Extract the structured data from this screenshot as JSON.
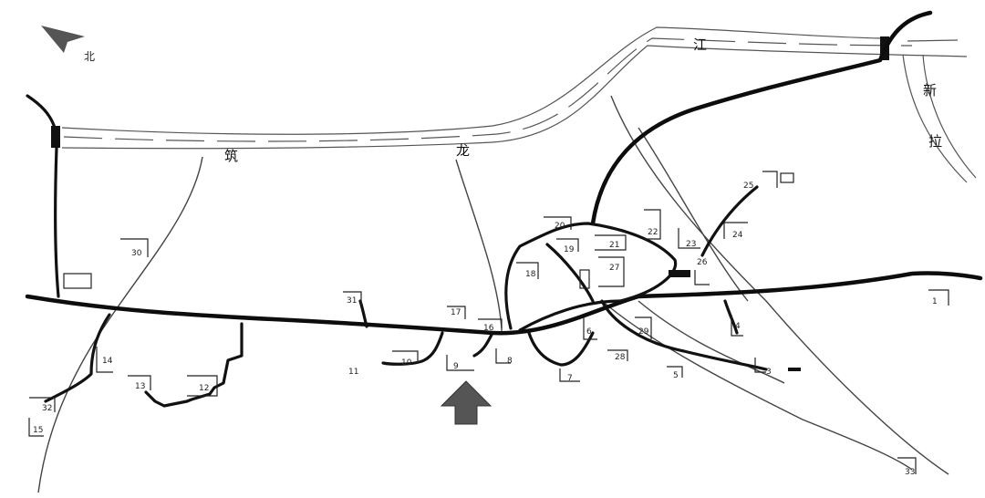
{
  "compass": {
    "label": "北"
  },
  "river": {
    "chars": [
      "江",
      "龙",
      "筑",
      "新",
      "拉"
    ]
  },
  "sites": [
    {
      "label": "1"
    },
    {
      "label": "3"
    },
    {
      "label": "4"
    },
    {
      "label": "5"
    },
    {
      "label": "6"
    },
    {
      "label": "7"
    },
    {
      "label": "8"
    },
    {
      "label": "9"
    },
    {
      "label": "10"
    },
    {
      "label": "11"
    },
    {
      "label": "12"
    },
    {
      "label": "13"
    },
    {
      "label": "14"
    },
    {
      "label": "15"
    },
    {
      "label": "16"
    },
    {
      "label": "17"
    },
    {
      "label": "18"
    },
    {
      "label": "19"
    },
    {
      "label": "20"
    },
    {
      "label": "21"
    },
    {
      "label": "22"
    },
    {
      "label": "23"
    },
    {
      "label": "24"
    },
    {
      "label": "25"
    },
    {
      "label": "26"
    },
    {
      "label": "27"
    },
    {
      "label": "28"
    },
    {
      "label": "29"
    },
    {
      "label": "30"
    },
    {
      "label": "31"
    },
    {
      "label": "32"
    },
    {
      "label": "33"
    }
  ],
  "colors": {
    "road": "#0d0d0d",
    "arrow": "#555555",
    "line": "#444444"
  }
}
